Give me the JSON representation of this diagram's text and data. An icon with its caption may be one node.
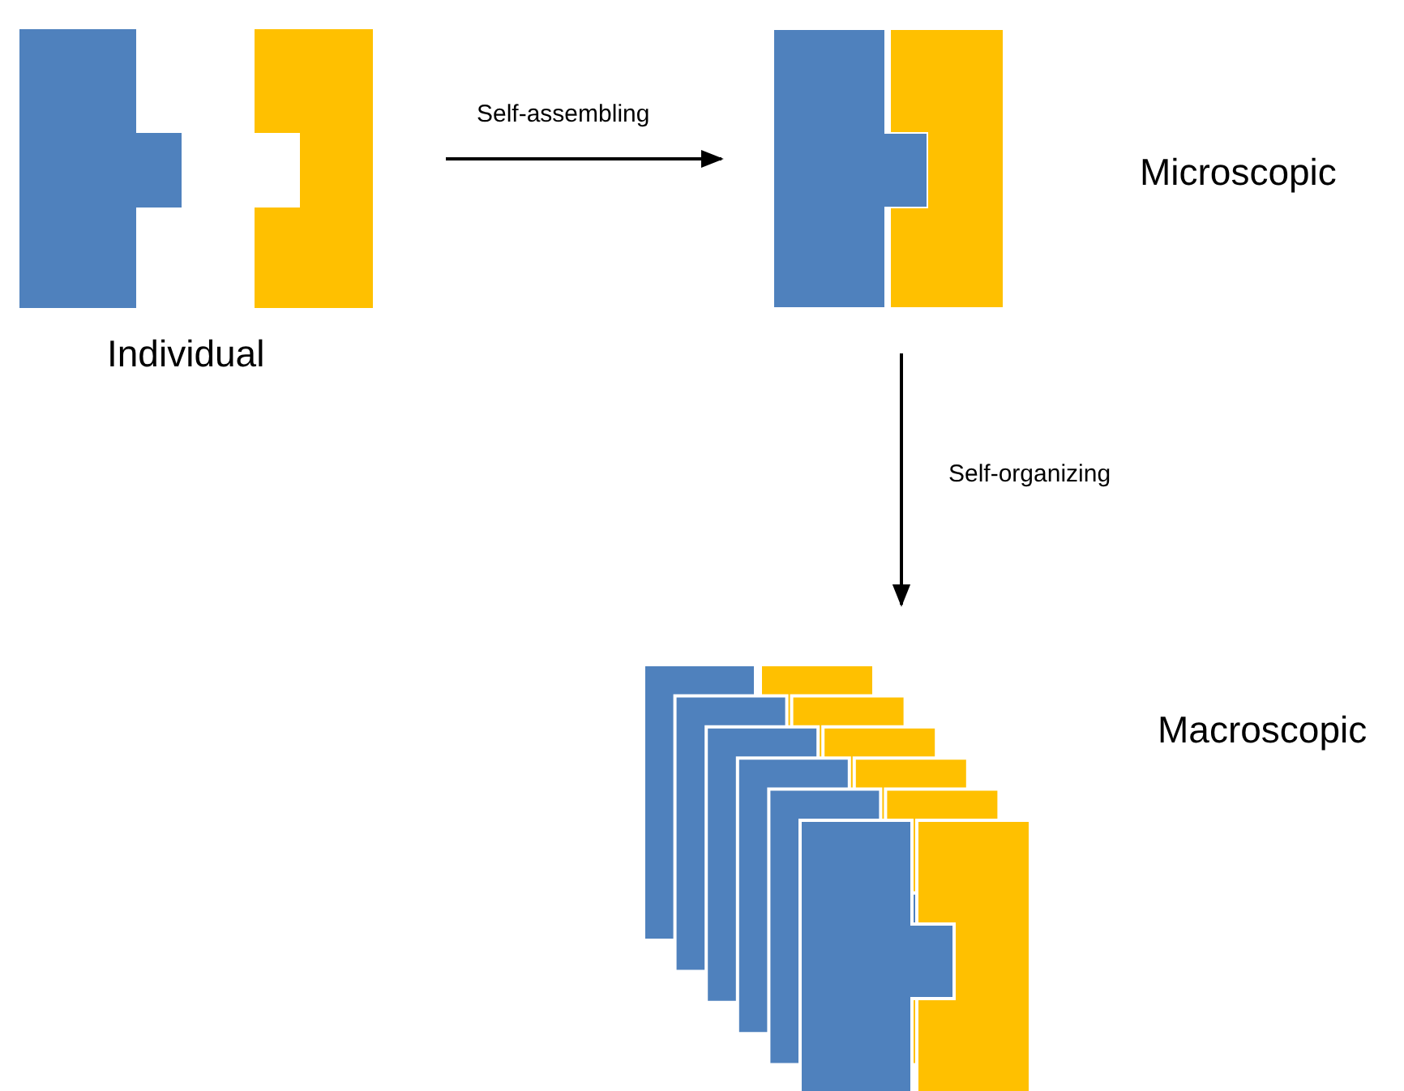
{
  "diagram": {
    "nodes": [
      {
        "text": [],
        "shape": "box",
        "beside": [
          "Individual"
        ]
      },
      {
        "text": [],
        "shape": "box",
        "beside": [
          "Microscopic"
        ]
      },
      {
        "text": [],
        "shape": "box",
        "beside": [
          "Macroscopic"
        ]
      }
    ],
    "edges": [
      {
        "from": 0,
        "to": 1,
        "arrow": "to",
        "label": "Self-assembling"
      },
      {
        "from": 1,
        "to": 2,
        "arrow": "to",
        "label": "Self-organizing"
      }
    ]
  }
}
